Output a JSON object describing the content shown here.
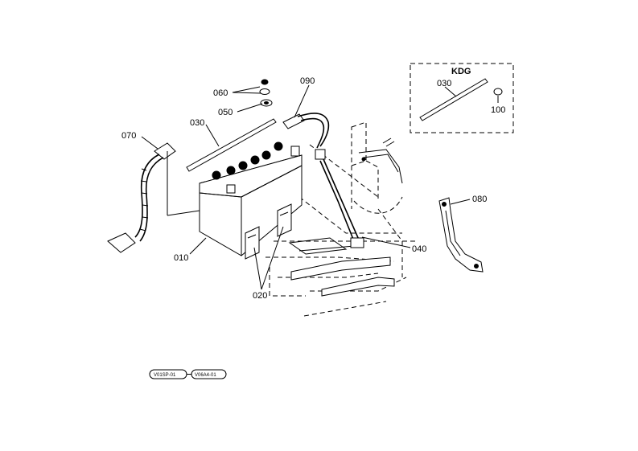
{
  "labels": {
    "p010": "010",
    "p020": "020",
    "p030": "030",
    "p040": "040",
    "p050": "050",
    "p060": "060",
    "p070": "070",
    "p080": "080",
    "p090": "090",
    "kdg_title": "KDG",
    "kdg_030": "030",
    "kdg_100": "100"
  },
  "footer": {
    "ref_left": "V01SP-01",
    "ref_right": "V06A4-01"
  }
}
